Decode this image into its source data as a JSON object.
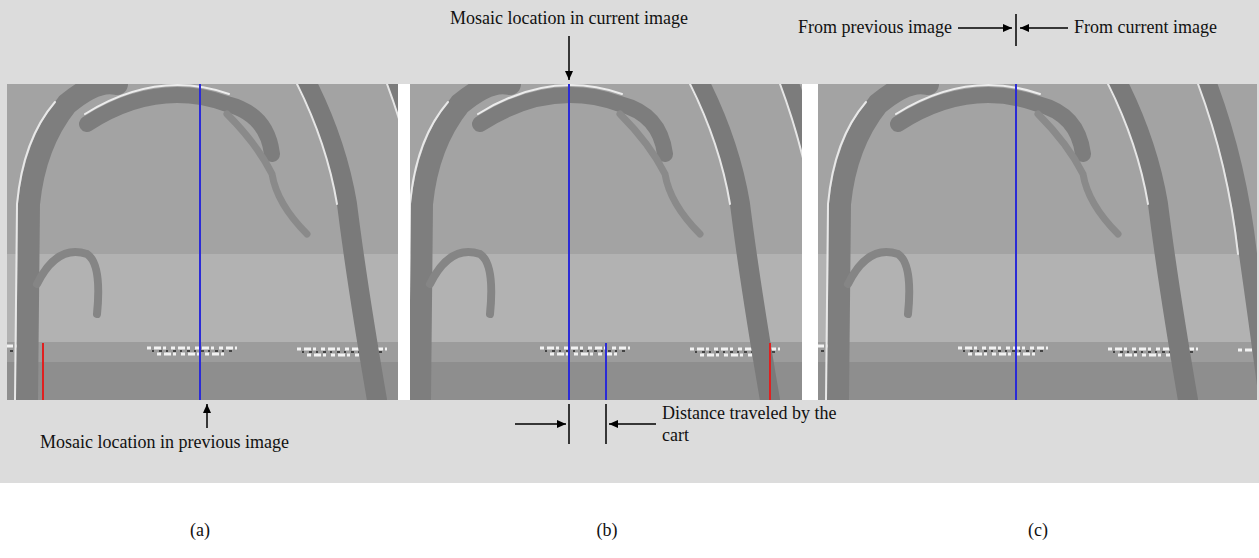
{
  "diagram": {
    "labels": [
      "Mosaic location in current image",
      "From previous image",
      "From current image",
      "Mosaic location in previous image",
      "Distance traveled by the cart",
      "(a)",
      "(b)",
      "(c)"
    ]
  }
}
